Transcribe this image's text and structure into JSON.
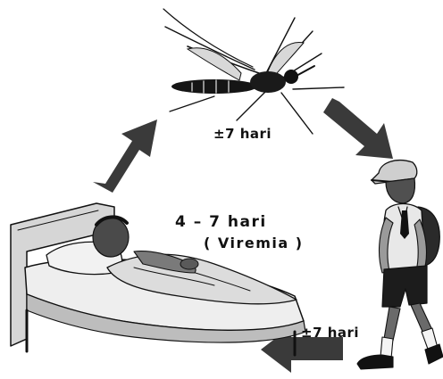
{
  "labels": {
    "mosquito_to_child": "±7 hari",
    "sick_period": "4 – 7 hari",
    "viremia": "( Viremia )",
    "child_to_patient": "±7 hari"
  },
  "cycle": {
    "stages": [
      {
        "name": "Mosquito"
      },
      {
        "name": "Child"
      },
      {
        "name": "Sick person in bed"
      }
    ]
  },
  "colors": {
    "arrow": "#3a3a3a",
    "ink": "#111111",
    "background": "#ffffff"
  }
}
